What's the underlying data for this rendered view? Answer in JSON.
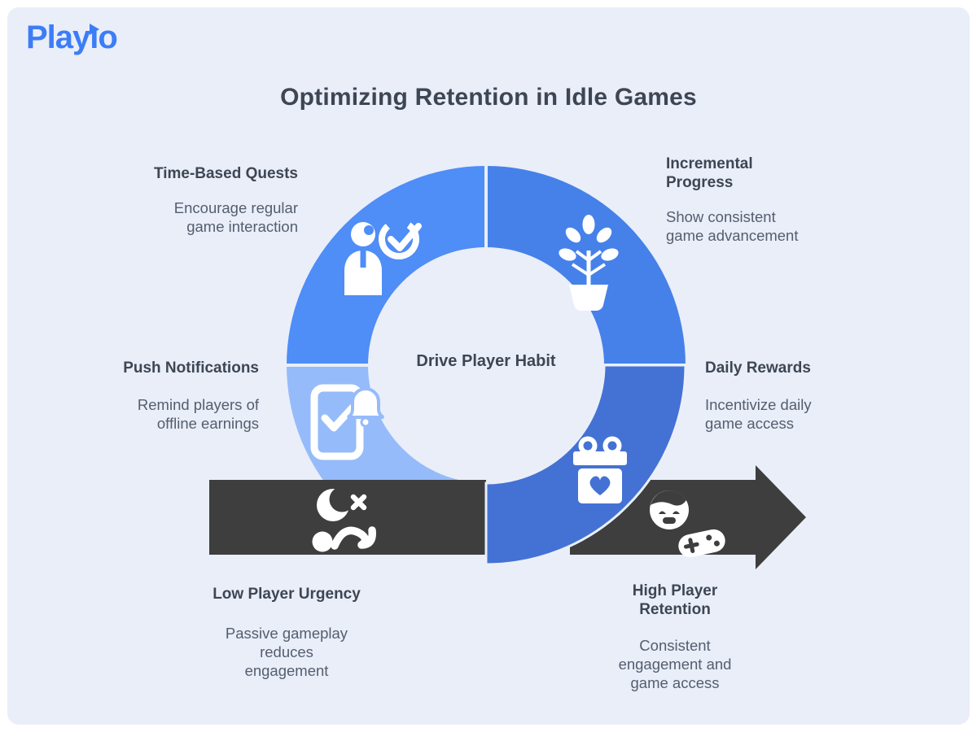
{
  "logo": {
    "text": "Playio",
    "p1": "Play",
    "p2": "ı",
    "p3": "o",
    "color": "#3C7DF7"
  },
  "title": "Optimizing Retention in Idle Games",
  "center_label": "Drive Player Habit",
  "colors": {
    "background": "#E9EEF9",
    "frame": "#FFFFFF",
    "heading_text": "#3E4653",
    "body_text": "#555E6E",
    "arrow_band": "#3E3E3E",
    "segment_top_left": "#4F8DF7",
    "segment_top_right": "#4681E9",
    "segment_bottom_left": "#96BBFA",
    "segment_bottom_right": "#4472D4"
  },
  "segments": [
    {
      "id": "time-based-quests",
      "label": "Time-Based Quests",
      "description": "Encourage regular\ngame interaction",
      "icon": "person-check-icon",
      "color": "#4F8DF7",
      "position": "top-left"
    },
    {
      "id": "incremental-progress",
      "label": "Incremental\nProgress",
      "description": "Show consistent\ngame advancement",
      "icon": "growth-plant-icon",
      "color": "#4681E9",
      "position": "top-right"
    },
    {
      "id": "push-notifications",
      "label": "Push Notifications",
      "description": "Remind players of\noffline earnings",
      "icon": "phone-bell-icon",
      "color": "#96BBFA",
      "position": "middle-left"
    },
    {
      "id": "daily-rewards",
      "label": "Daily Rewards",
      "description": "Incentivize daily\ngame access",
      "icon": "gift-heart-icon",
      "color": "#4472D4",
      "position": "middle-right"
    }
  ],
  "flow_arrow": {
    "direction": "right",
    "color": "#3E3E3E",
    "low": {
      "label": "Low Player Urgency",
      "description": "Passive gameplay\nreduces\nengagement",
      "icon": "sleep-moon-icon"
    },
    "high": {
      "label": "High Player\nRetention",
      "description": "Consistent\nengagement and\ngame access",
      "icon": "player-controller-icon"
    }
  }
}
